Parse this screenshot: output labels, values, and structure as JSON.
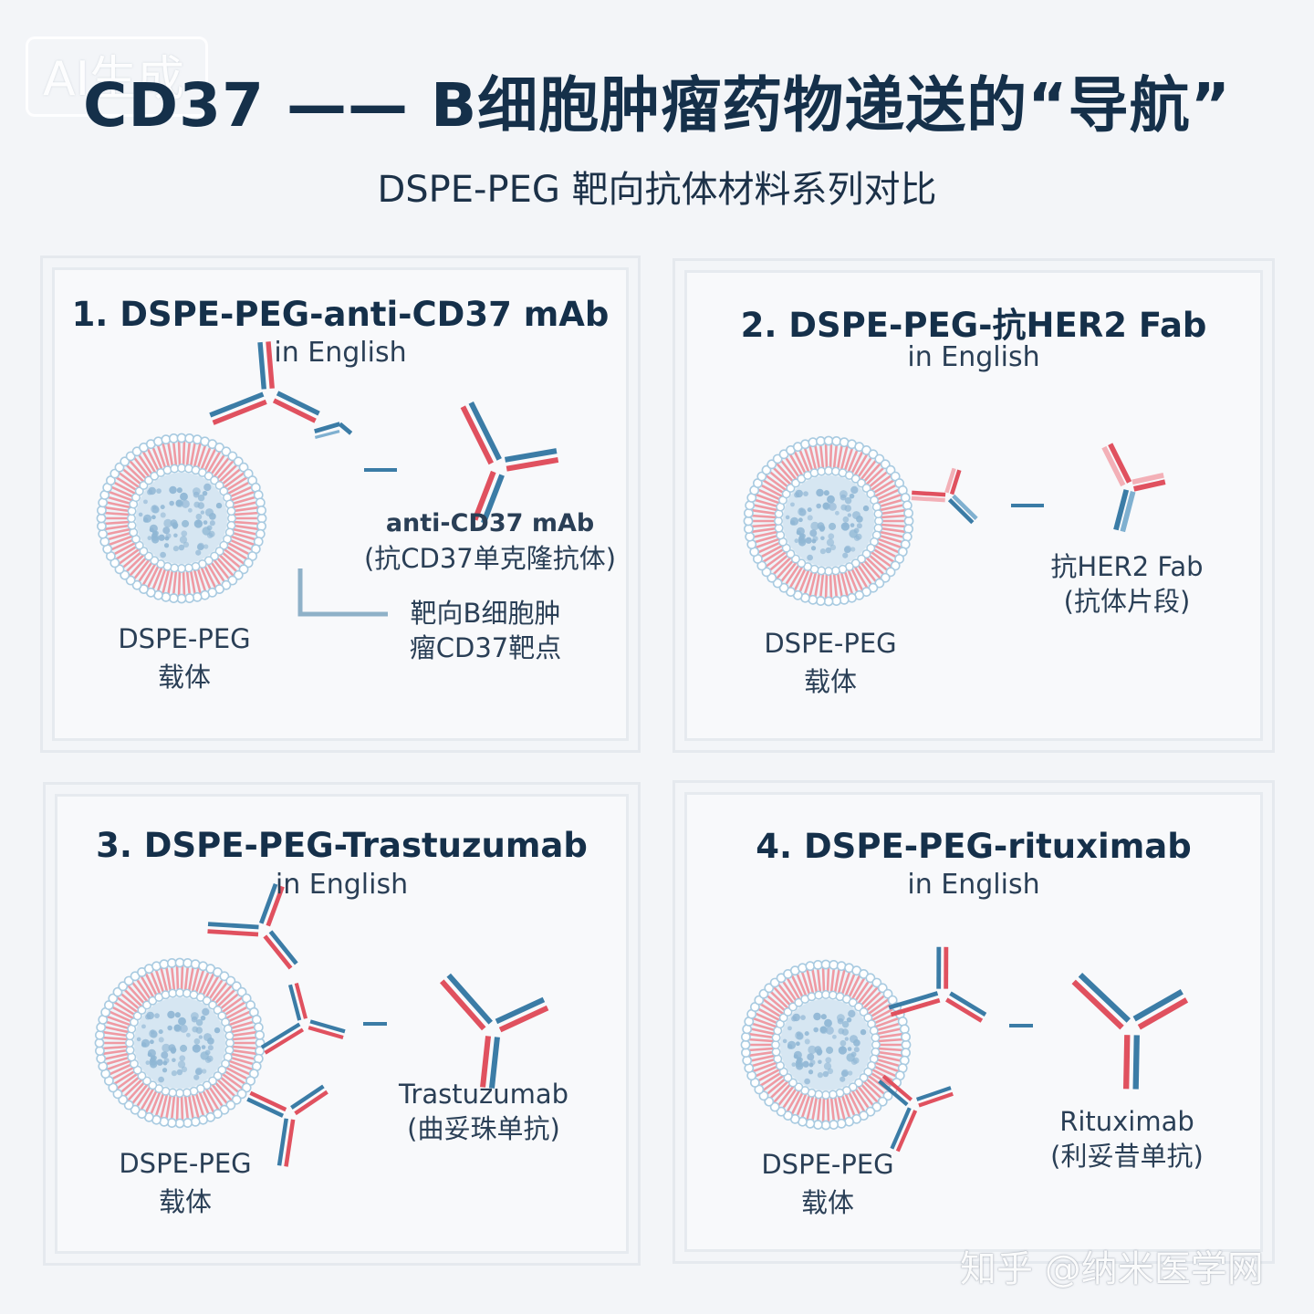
{
  "watermark_top": "AI生成",
  "title": "CD37 —— B细胞肿瘤药物递送的“导航”",
  "subtitle": "DSPE-PEG 靶向抗体材料系列对比",
  "colors": {
    "accent_blue": "#3b7ca6",
    "accent_red": "#e0515f",
    "liposome_shell": "#a9cbe1",
    "lipid_pink": "#ef9aa3",
    "text_dark": "#15304a"
  },
  "panels": [
    {
      "title": "1. DSPE-PEG-anti-CD37 mAb",
      "subtitle": "in English",
      "carrier_line1": "DSPE-PEG",
      "carrier_line2": "载体",
      "antibody_line1": "anti-CD37 mAb",
      "antibody_line2": "(抗CD37单克隆抗体)",
      "note_line1": "靶向B细胞肿",
      "note_line2": "瘤CD37靶点"
    },
    {
      "title": "2. DSPE-PEG-抗HER2 Fab",
      "subtitle": "in English",
      "carrier_line1": "DSPE-PEG",
      "carrier_line2": "载体",
      "antibody_line1": "抗HER2 Fab",
      "antibody_line2": "(抗体片段)"
    },
    {
      "title": "3. DSPE-PEG-Trastuzumab",
      "subtitle": "in English",
      "carrier_line1": "DSPE-PEG",
      "carrier_line2": "载体",
      "antibody_line1": "Trastuzumab",
      "antibody_line2": "(曲妥珠单抗)"
    },
    {
      "title": "4. DSPE-PEG-rituximab",
      "subtitle": "in English",
      "carrier_line1": "DSPE-PEG",
      "carrier_line2": "载体",
      "antibody_line1": "Rituximab",
      "antibody_line2": "(利妥昔单抗)"
    }
  ],
  "watermark_bottom": "知乎 @纳米医学网"
}
